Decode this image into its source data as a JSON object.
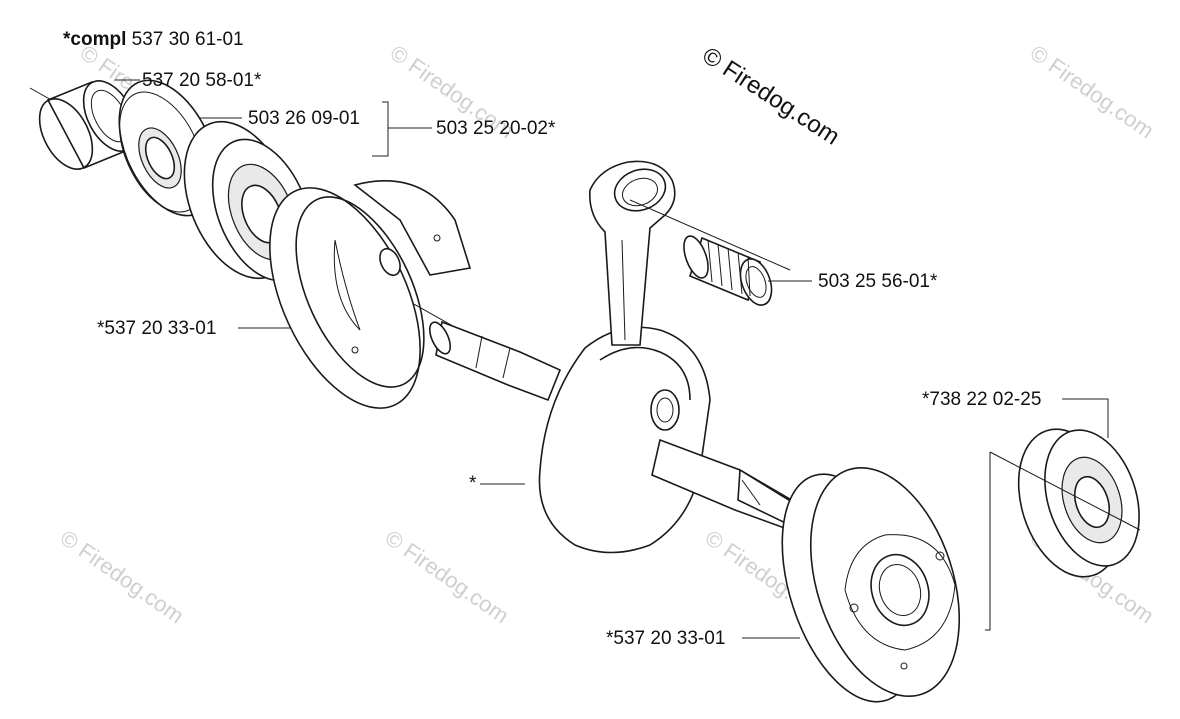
{
  "assembly": {
    "prefix": "*compl",
    "number": "537 30 61-01"
  },
  "brand_watermark": "© Firedog.com",
  "watermark_text": "© Firedog.com",
  "callouts": {
    "sleeve": "537 20 58-01*",
    "seal": "503 26 09-01",
    "seal_bearing_kit": "503 25 20-02*",
    "needle_bearing": "503 25 56-01*",
    "crankcase_half_left": "*537 20 33-01",
    "bearing_right": "*738 22 02-25",
    "crankshaft": "*",
    "crankcase_half_right": "*537 20 33-01"
  }
}
